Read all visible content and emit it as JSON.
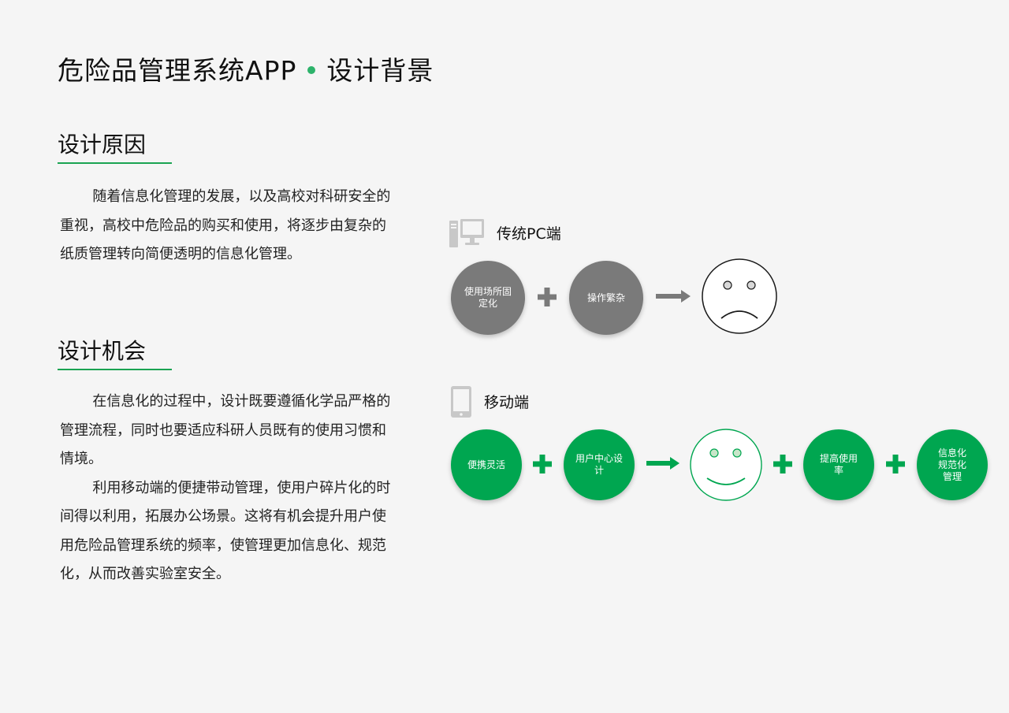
{
  "header": {
    "title_main": "危险品管理系统APP",
    "title_sub": "设计背景",
    "dot_color": "#2db36b"
  },
  "sections": {
    "reason": {
      "heading": "设计原因",
      "paragraphs": [
        "随着信息化管理的发展，以及高校对科研安全的重视，高校中危险品的购买和使用，将逐步由复杂的纸质管理转向简便透明的信息化管理。"
      ]
    },
    "opportunity": {
      "heading": "设计机会",
      "paragraphs": [
        "在信息化的过程中，设计既要遵循化学品严格的管理流程，同时也要适应科研人员既有的使用习惯和情境。",
        "利用移动端的便捷带动管理，使用户碎片化的时间得以利用，拓展办公场景。这将有机会提升用户使用危险品管理系统的频率，使管理更加信息化、规范化，从而改善实验室安全。"
      ]
    }
  },
  "diagram": {
    "pc": {
      "label": "传统PC端",
      "icon": "desktop-computer-icon",
      "circle1": "使用场所固定化",
      "circle2": "操作繁杂",
      "result": "sad-face-icon",
      "color": "#7a7a7a"
    },
    "mobile": {
      "label": "移动端",
      "icon": "mobile-phone-icon",
      "circle1": "便携灵活",
      "circle2": "用户中心设计",
      "result": "smile-face-icon",
      "circle3": "提高使用率",
      "circle4": "信息化规范化管理",
      "color": "#00a650"
    }
  }
}
